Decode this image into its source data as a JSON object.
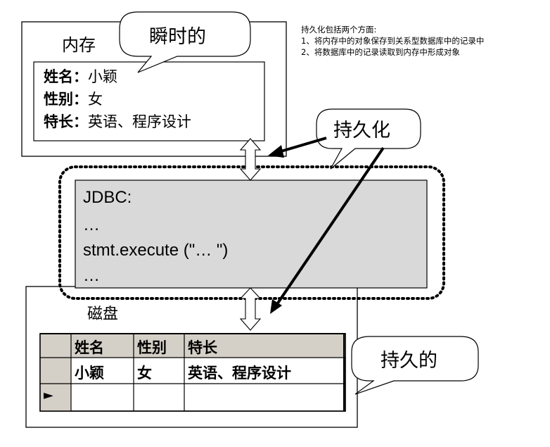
{
  "memory": {
    "title": "内存",
    "callout": "瞬时的",
    "fields": [
      {
        "label": "姓名",
        "sep": "：",
        "value": "小颖"
      },
      {
        "label": "性别",
        "sep": "：",
        "value": "女"
      },
      {
        "label": "特长",
        "sep": "：",
        "value": "英语、程序设计"
      }
    ]
  },
  "persistence_callout": "持久化",
  "jdbc": {
    "lines": [
      "JDBC:",
      "…",
      "stmt.execute (\"… \")",
      "…"
    ]
  },
  "disk": {
    "title": "磁盘",
    "callout": "持久的",
    "table": {
      "headers": [
        "姓名",
        "性别",
        "特长"
      ],
      "rows": [
        [
          "小颖",
          "女",
          "英语、程序设计"
        ],
        [
          "",
          "",
          ""
        ]
      ],
      "row_indicator": "►"
    }
  },
  "notes": {
    "title": "持久化包括两个方面:",
    "items": [
      "1、将内存中的对象保存到关系型数据库中的记录中",
      "2、将数据库中的记录读取到内存中形成对象"
    ]
  }
}
